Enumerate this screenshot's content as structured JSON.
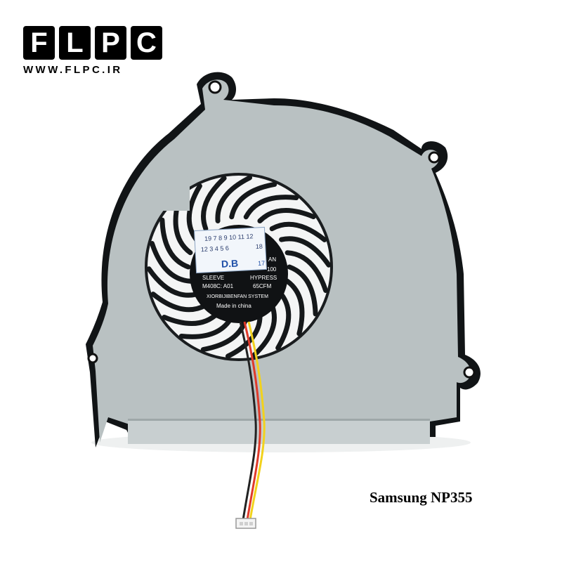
{
  "logo": {
    "letters": [
      "F",
      "L",
      "P",
      "C"
    ],
    "url": "WWW.FLPC.IR"
  },
  "label": {
    "row1": "19 7 8 9 10 11 12",
    "row2": "12 3 4 5 6",
    "row2_right": "18",
    "code": "D.B",
    "code_right": "17",
    "line1_right": "AN",
    "line2_right": "100",
    "sleeve": "SLEEVE",
    "model": "M408C: A01",
    "hypress": "HYPRESS",
    "cfm": "65CFM",
    "maker": "XIORBIJIBENFAN SYSTEM",
    "origin": "Made in china"
  },
  "caption": "Samsung NP355"
}
